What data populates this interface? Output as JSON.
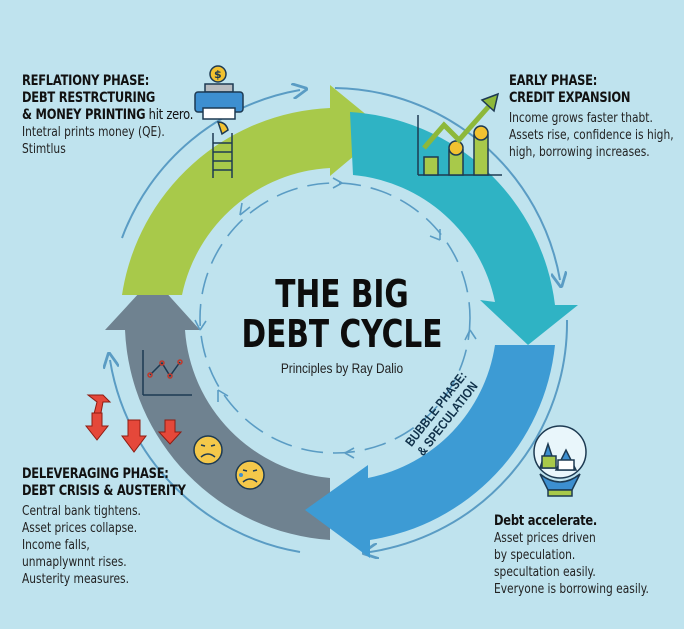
{
  "title": {
    "line1": "THE BIG",
    "line2": "DEBT CYCLE",
    "subtitle": "Principles by Ray Dalio"
  },
  "phases": {
    "reflationary": {
      "heading_lines": [
        "REFLATIONY PHASE:",
        "DEBT RESTRCTURING",
        "& MONEY PRINTING"
      ],
      "inline_tail": " hit zero.",
      "body_lines": [
        "Intetral prints money (QE).",
        "Stimtlus"
      ],
      "color": "#a8c94a",
      "icon": "money-printer-ladder-icon"
    },
    "early": {
      "heading_lines": [
        "EARLY PHASE:",
        "CREDIT EXPANSION"
      ],
      "body_lines": [
        "Income grows faster thabt.",
        "Assets rise, confidence is high,",
        "high, borrowing increases."
      ],
      "color": "#2fb3c4",
      "icon": "rising-chart-coins-icon"
    },
    "bubble": {
      "arrow_label_lines": [
        "BUBBLE PHASE:",
        "& SPECULATION"
      ],
      "heading": "Debt accelerate.",
      "body_lines": [
        "Asset prices driven",
        "by speculation.",
        "specultation easily.",
        "Everyone is borrowing easily."
      ],
      "color": "#3d9bd4",
      "icon": "house-snowglobe-icon"
    },
    "deleveraging": {
      "heading_lines": [
        "DELEVERAGING PHASE:",
        "DEBT CRISIS & AUSTERITY"
      ],
      "body_lines": [
        "Central bank tightens.",
        "Asset prices collapse.",
        "Income falls,",
        "unmaplywnnt rises.",
        "Austerity measures."
      ],
      "color": "#6f8290",
      "icon": "falling-chart-sad-faces-icon"
    }
  },
  "colors": {
    "background": "#bfe3ee",
    "green": "#a8c94a",
    "teal": "#2fb3c4",
    "blue": "#3d9bd4",
    "gray": "#6f8290",
    "thin_arrow": "#5a9cc4",
    "red_arrow": "#e5483a",
    "coin": "#f2c230",
    "face": "#f4c84a"
  }
}
